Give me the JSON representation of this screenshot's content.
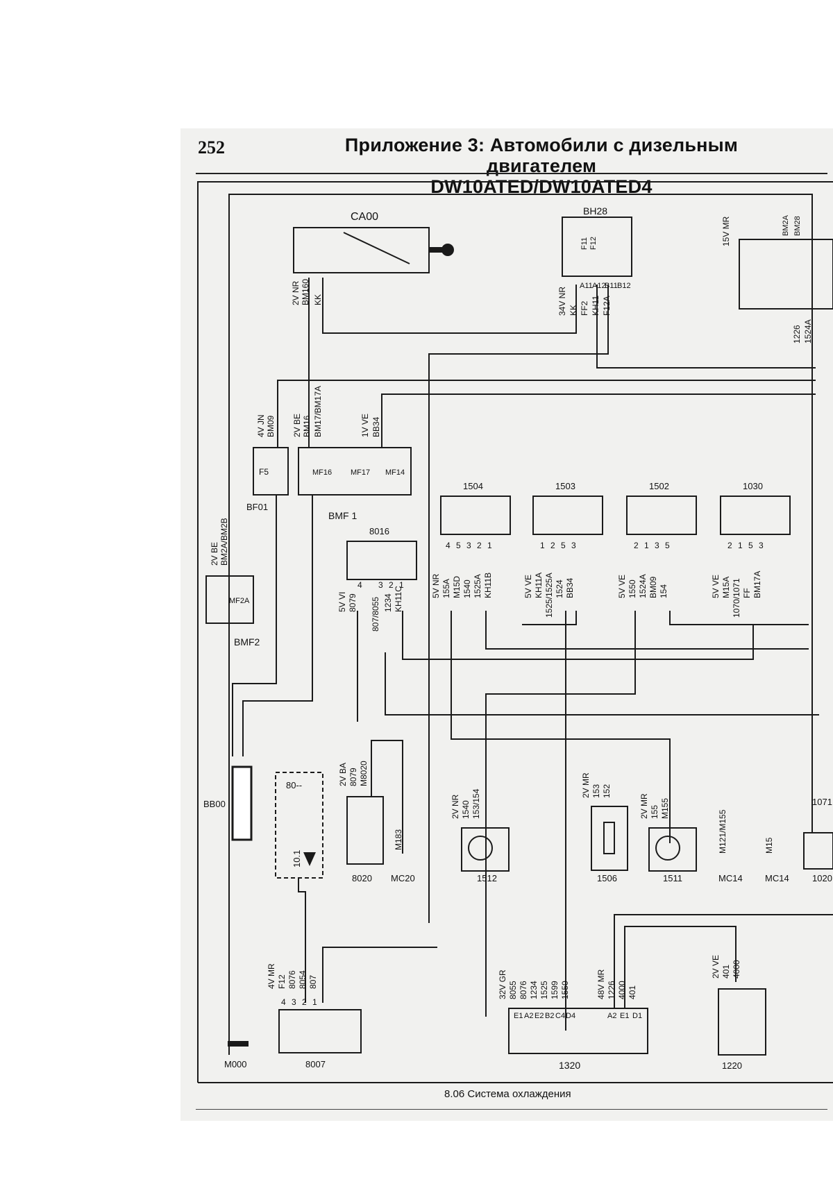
{
  "header": {
    "page_number": "252",
    "title_line1": "Приложение 3: Автомобили с дизельным двигателем",
    "title_line2": "DW10ATED/DW10ATED4"
  },
  "caption": "8.06 Система охлаждения",
  "components": {
    "ignition_switch": "CA00",
    "relay_box_bh28": "BH28",
    "fuse_bf01": "BF01",
    "fuse_f5": "F5",
    "fuse_box_bmf1": "BMF 1",
    "fuse_mf16": "MF16",
    "fuse_mf17": "MF17",
    "fuse_mf14": "MF14",
    "fuse_box_bmf2": "BMF2",
    "fuse_mf2a": "MF2A",
    "battery": "BB00",
    "relay_8016": "8016",
    "relay_1504": "1504",
    "relay_1503": "1503",
    "relay_1502": "1502",
    "relay_1030": "1030",
    "comp_8020": "8020",
    "ground_mc20": "MC20",
    "fan_1512": "1512",
    "resistor_1506": "1506",
    "fan_1511": "1511",
    "ground_mc14_a": "MC14",
    "ground_mc14_b": "MC14",
    "comp_1020": "1020",
    "comp_1071": "1071",
    "ground_m000": "M000",
    "switch_8007": "8007",
    "ecu_1320": "1320",
    "sensor_1220": "1220",
    "function_box": "80--",
    "function_ref": "10.1"
  },
  "wire_labels": {
    "ca00": [
      "2V NR",
      "BM160",
      "KK"
    ],
    "bh28": [
      "34V NR",
      "KK",
      "FF2",
      "KH11",
      "F12A"
    ],
    "bh28_fuses": [
      "F11",
      "F12"
    ],
    "bh28_pins": [
      "A11",
      "A12",
      "B11",
      "B12"
    ],
    "top_right": [
      "15V MR",
      "BM2A",
      "BM28",
      "1226",
      "1524A"
    ],
    "bf01": [
      "4V JN",
      "BM09"
    ],
    "bmf1_a": [
      "2V BE",
      "BM16",
      "BM17/BM17A"
    ],
    "bmf1_b": [
      "1V VE",
      "BB34"
    ],
    "bmf2": [
      "2V BE",
      "BM2A/BM2B"
    ],
    "r8016": [
      "5V VI",
      "8079",
      "807/8055",
      "1234",
      "KH11C"
    ],
    "r1504": [
      "5V NR",
      "155A",
      "M15D",
      "1540",
      "1525A",
      "KH11B"
    ],
    "r1503": [
      "5V VE",
      "KH11A",
      "1525/1525A",
      "1524",
      "BB34"
    ],
    "r1502": [
      "5V VE",
      "1550",
      "1524A",
      "BM09",
      "154"
    ],
    "r1030": [
      "5V VE",
      "M15A",
      "1070/1071",
      "FF",
      "BM17A"
    ],
    "c8020": [
      "2V BA",
      "8079",
      "M8020"
    ],
    "m183": [
      "M183"
    ],
    "f1512": [
      "2V NR",
      "1540",
      "153/154"
    ],
    "r1506": [
      "2V MR",
      "153",
      "152"
    ],
    "f1511": [
      "2V MR",
      "155",
      "M155"
    ],
    "m121": [
      "M121/M155"
    ],
    "m15": [
      "M15"
    ],
    "s8007": [
      "4V MR",
      "F12",
      "8076",
      "8054",
      "807"
    ],
    "ecu_a": [
      "32V GR",
      "8055",
      "8076",
      "1234",
      "1525",
      "1599",
      "1550"
    ],
    "ecu_b": [
      "48V MR",
      "1226",
      "4000",
      "401"
    ],
    "s1220": [
      "2V VE",
      "401",
      "4000"
    ]
  },
  "pins": {
    "ecu_a": [
      "E1",
      "A2",
      "E2",
      "B2",
      "C4",
      "D4"
    ],
    "ecu_b": [
      "A2",
      "E1",
      "D1"
    ],
    "r1504": [
      "4",
      "5",
      "3",
      "2",
      "1"
    ],
    "r1503": [
      "1",
      "2",
      "5",
      "3"
    ],
    "r1502": [
      "2",
      "1",
      "3",
      "5"
    ],
    "r1030": [
      "2",
      "1",
      "5",
      "3"
    ],
    "r8016": [
      "4",
      "3",
      "2",
      "1"
    ],
    "s8007": [
      "4",
      "3",
      "2",
      "1"
    ]
  },
  "colors": {
    "ink": "#1a1a1a",
    "paper": "#f1f1ef"
  }
}
